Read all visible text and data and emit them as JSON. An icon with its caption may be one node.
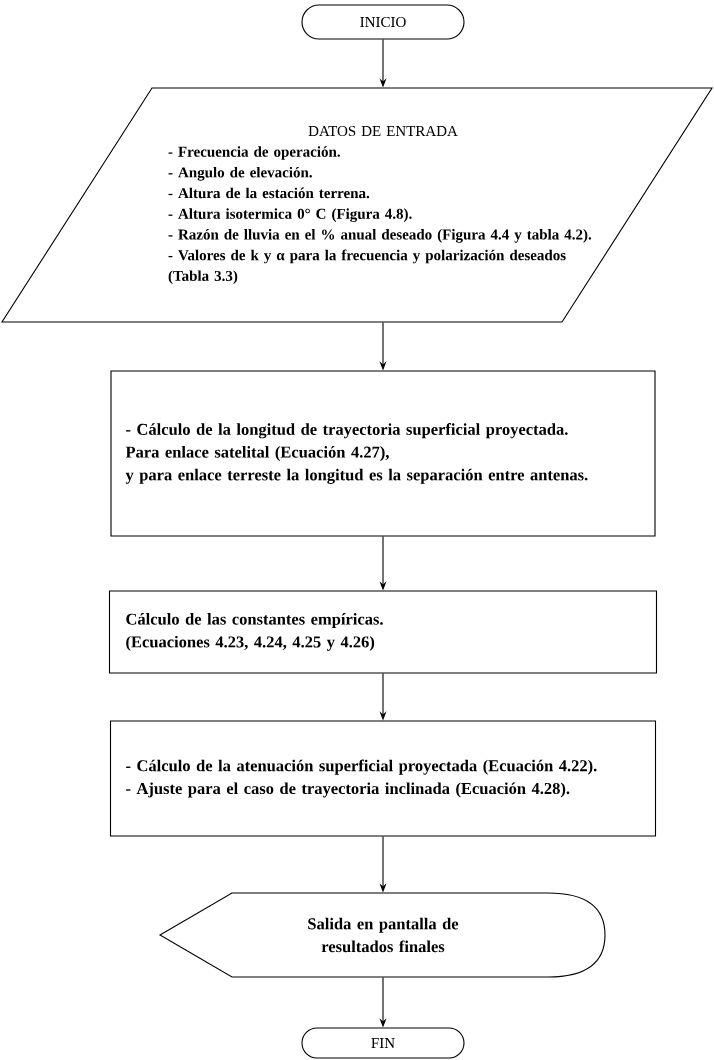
{
  "diagram": {
    "nodes": [
      {
        "text": [
          "INICIO"
        ]
      },
      {
        "text": [
          "DATOS DE ENTRADA",
          "- Frecuencia de operación.",
          "- Angulo de elevación.",
          "- Altura de la estación terrena.",
          "- Altura isotermica 0° C (Figura 4.8).",
          "- Razón de lluvia en el % anual deseado (Figura 4.4 y tabla 4.2).",
          "- Valores de k y α para la frecuencia y polarización deseados (Tabla 3.3)"
        ]
      },
      {
        "text": [
          "- Cálculo de la longitud de trayectoria superficial proyectada.",
          "Para enlace satelital (Ecuación 4.27),",
          "y para enlace terreste la longitud es la separación entre antenas."
        ]
      },
      {
        "text": [
          "Cálculo de las constantes empíricas.",
          "(Ecuaciones 4.23, 4.24, 4.25 y 4.26)"
        ]
      },
      {
        "text": [
          "- Cálculo de la atenuación superficial proyectada (Ecuación 4.22).",
          "- Ajuste para el caso de trayectoria inclinada (Ecuación 4.28)."
        ]
      },
      {
        "text": [
          "Salida en pantalla de resultados finales"
        ]
      },
      {
        "text": [
          "FIN"
        ]
      }
    ],
    "edges": [
      {
        "from": 0,
        "to": 1,
        "arrow": "to"
      },
      {
        "from": 1,
        "to": 2,
        "arrow": "to"
      },
      {
        "from": 2,
        "to": 3,
        "arrow": "to"
      },
      {
        "from": 3,
        "to": 4,
        "arrow": "to"
      },
      {
        "from": 4,
        "to": 5,
        "arrow": "to"
      },
      {
        "from": 5,
        "to": 6,
        "arrow": "to"
      }
    ]
  }
}
